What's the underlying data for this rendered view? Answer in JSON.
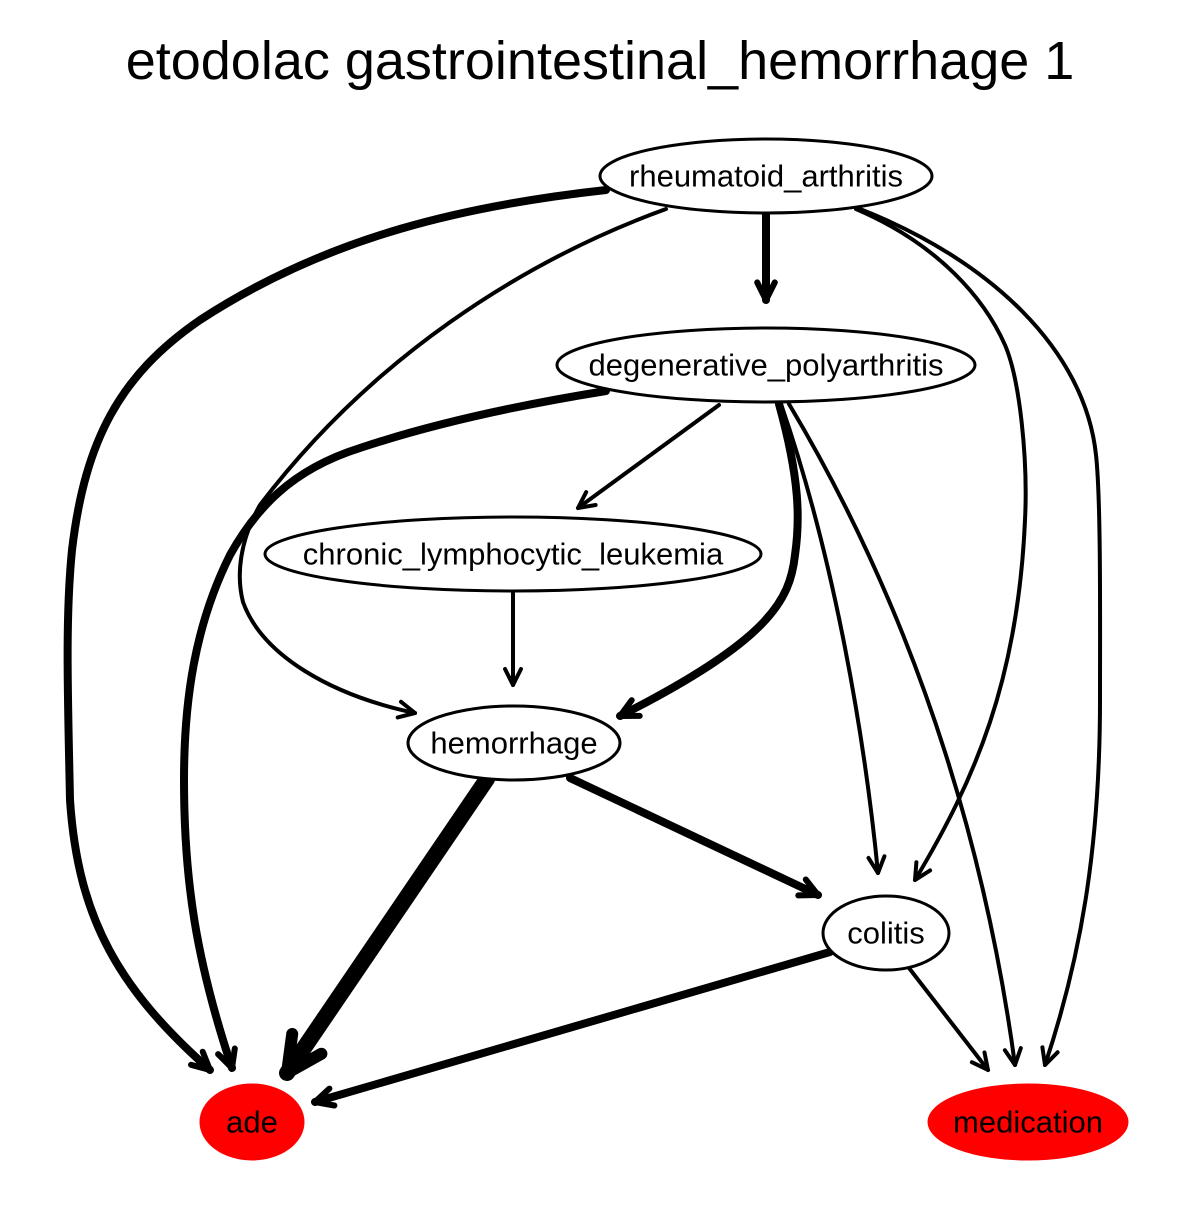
{
  "title": "etodolac gastrointestinal_hemorrhage 1",
  "colors": {
    "background": "#ffffff",
    "stroke": "#000000",
    "highlight_node": "#ff0000"
  },
  "nodes": {
    "rheumatoid_arthritis": {
      "label": "rheumatoid_arthritis",
      "highlighted": false
    },
    "degenerative_polyarthritis": {
      "label": "degenerative_polyarthritis",
      "highlighted": false
    },
    "chronic_lymphocytic_leukemia": {
      "label": "chronic_lymphocytic_leukemia",
      "highlighted": false
    },
    "hemorrhage": {
      "label": "hemorrhage",
      "highlighted": false
    },
    "colitis": {
      "label": "colitis",
      "highlighted": false
    },
    "ade": {
      "label": "ade",
      "highlighted": true
    },
    "medication": {
      "label": "medication",
      "highlighted": true
    }
  },
  "edges": [
    {
      "from": "rheumatoid_arthritis",
      "to": "degenerative_polyarthritis",
      "weight": "heavy"
    },
    {
      "from": "rheumatoid_arthritis",
      "to": "ade",
      "weight": "heavy"
    },
    {
      "from": "rheumatoid_arthritis",
      "to": "hemorrhage",
      "weight": "normal"
    },
    {
      "from": "rheumatoid_arthritis",
      "to": "colitis",
      "weight": "normal"
    },
    {
      "from": "rheumatoid_arthritis",
      "to": "medication",
      "weight": "normal"
    },
    {
      "from": "degenerative_polyarthritis",
      "to": "ade",
      "weight": "heavy"
    },
    {
      "from": "degenerative_polyarthritis",
      "to": "chronic_lymphocytic_leukemia",
      "weight": "normal"
    },
    {
      "from": "degenerative_polyarthritis",
      "to": "hemorrhage",
      "weight": "heavy"
    },
    {
      "from": "degenerative_polyarthritis",
      "to": "colitis",
      "weight": "normal"
    },
    {
      "from": "degenerative_polyarthritis",
      "to": "medication",
      "weight": "normal"
    },
    {
      "from": "chronic_lymphocytic_leukemia",
      "to": "hemorrhage",
      "weight": "normal"
    },
    {
      "from": "hemorrhage",
      "to": "ade",
      "weight": "heaviest"
    },
    {
      "from": "hemorrhage",
      "to": "colitis",
      "weight": "heavy"
    },
    {
      "from": "colitis",
      "to": "ade",
      "weight": "heavy"
    },
    {
      "from": "colitis",
      "to": "medication",
      "weight": "normal"
    }
  ]
}
